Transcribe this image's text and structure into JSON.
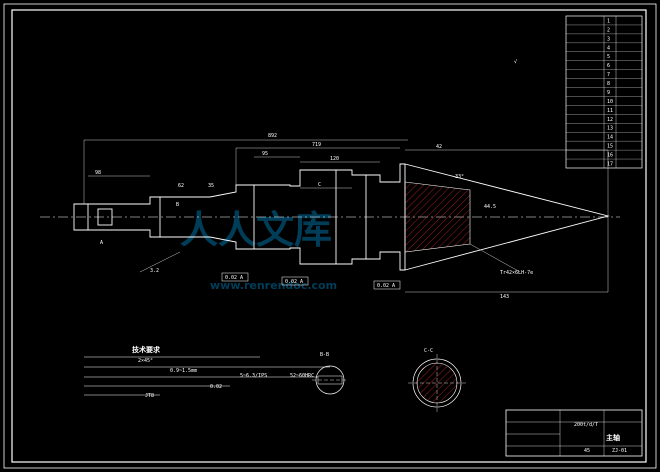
{
  "drawing": {
    "tech_requirements": {
      "heading": "技术要求",
      "notes": [
        "2×45°",
        "0.9~1.5mm",
        "5~6.3/IPS",
        "52~60HRC",
        "0.02",
        "JT8"
      ]
    },
    "main_view_labels": {
      "overall_length": "892",
      "sub_length": "719",
      "dim_1": "98",
      "dim_2": "95",
      "dim_3": "120",
      "dim_4": "42",
      "dim_5": "62",
      "dim_6": "35",
      "dim_7": "44.5",
      "tip_length": "143",
      "cone_note": "33°",
      "thread_note": "Tr42×6LH-7e",
      "section_mark_b": "B",
      "section_mark_c": "C",
      "datum_a": "A",
      "tolerance_1": "0.02 A",
      "tolerance_2": "0.02 A",
      "tolerance_3": "0.02 A",
      "surface_note": "3.2"
    },
    "roughness_mark": "√",
    "section_b_label": "B-B",
    "section_c_label": "C-C",
    "watermark_cn": "人人文库",
    "watermark_url": "www.renrendoc.com",
    "title_block": {
      "scale_text": "200t/d/T",
      "part_name": "主轴",
      "material": "45",
      "drawing_no": "ZJ-01"
    },
    "parts_list": {
      "rows": [
        "1",
        "2",
        "3",
        "4",
        "5",
        "6",
        "7",
        "8",
        "9",
        "10",
        "11",
        "12",
        "13",
        "14",
        "15",
        "16",
        "17"
      ]
    }
  }
}
